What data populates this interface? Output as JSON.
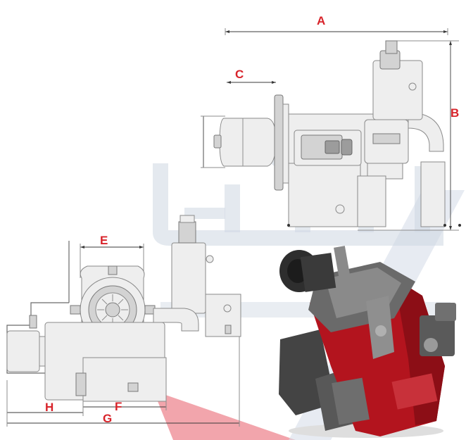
{
  "labels": {
    "A": "A",
    "B": "B",
    "C": "C",
    "E": "E",
    "F": "F",
    "G": "G",
    "H": "H"
  },
  "colors": {
    "label": "#d8232a",
    "watermark": "#9fb1c9",
    "watermark_accent": "#e02535",
    "burner_red": "#b3141e",
    "burner_dark": "#3a3a3a"
  },
  "icons": {
    "watermark": "persian-watermark-logo"
  }
}
